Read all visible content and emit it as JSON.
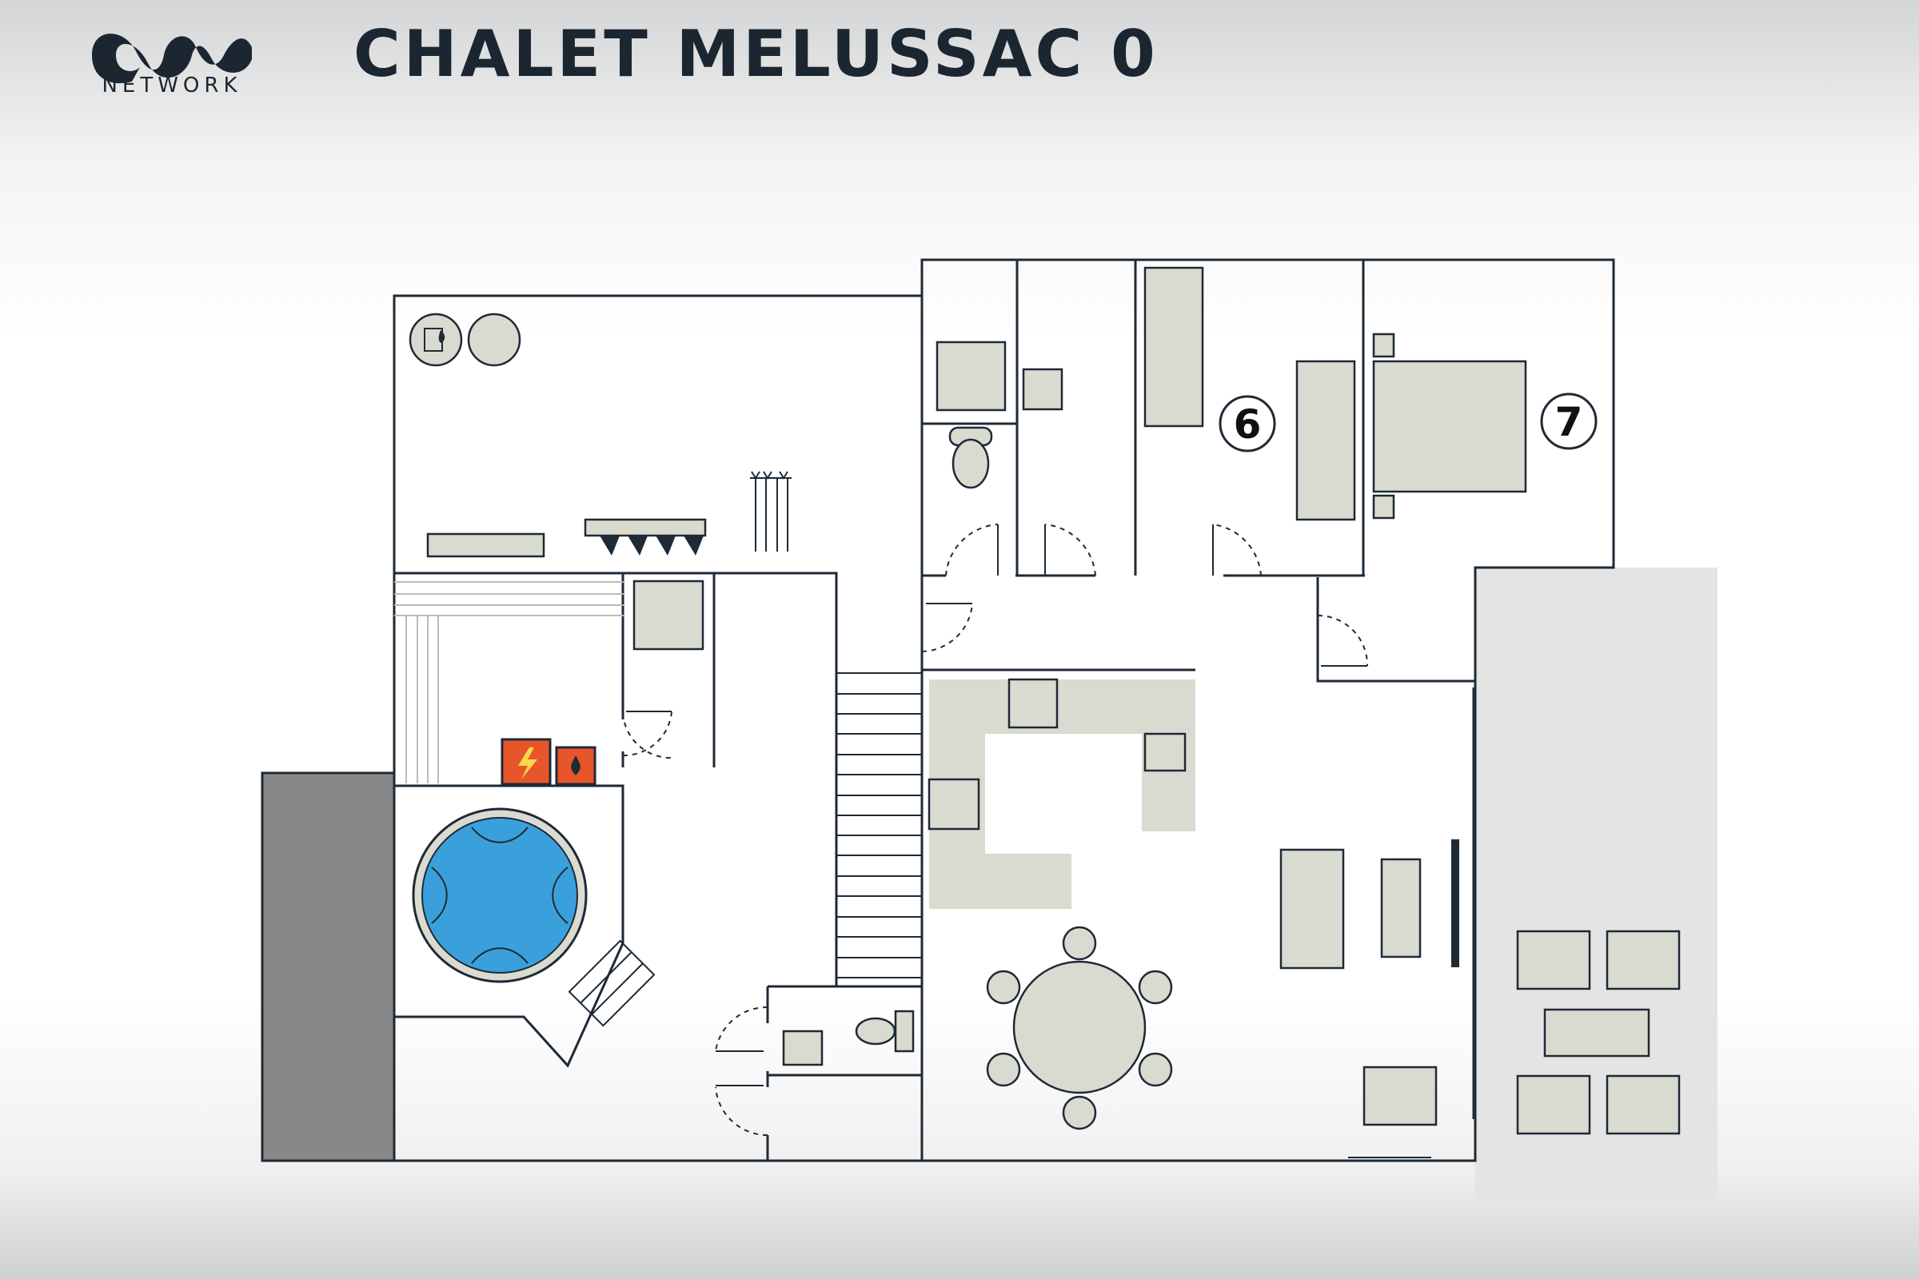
{
  "brand": {
    "name": "NETWORK"
  },
  "title": "CHALET MELUSSAC 0",
  "rooms": [
    {
      "id": "bedroom-6",
      "label": "6"
    },
    {
      "id": "bedroom-7",
      "label": "7"
    }
  ],
  "colors": {
    "wall": "#1e2a35",
    "furniture_fill": "#d9dbd0",
    "spa_water": "#3aa0dc",
    "technical_tile": "#e8552b",
    "terrace": "#e4e4e4",
    "side_strip": "#888888"
  },
  "icons": [
    "logo-mark",
    "flame-icon",
    "lightning-icon",
    "water-drop-icon",
    "toilet-icon",
    "sink-icon",
    "oven-icon",
    "cooktop-icon",
    "bed-icon",
    "sofa-icon",
    "armchair-icon",
    "round-table-icon",
    "hot-tub-icon",
    "ski-rack-icon",
    "boot-dryer-icon"
  ]
}
